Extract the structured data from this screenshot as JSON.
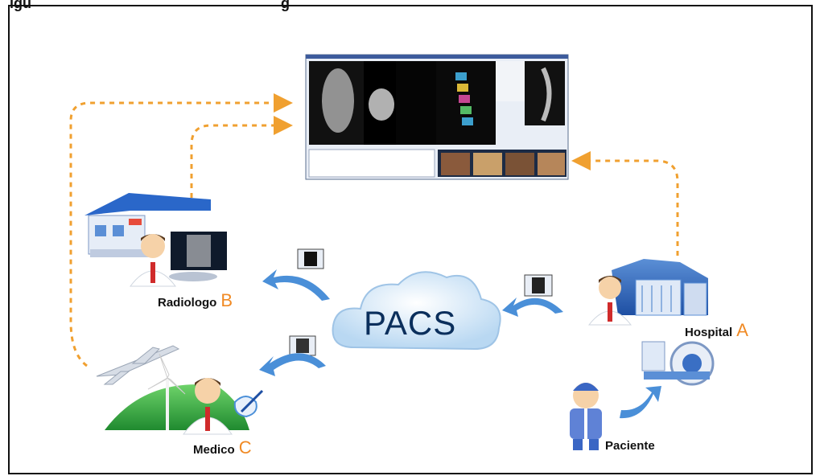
{
  "caption": {
    "left": "igu",
    "right": "g"
  },
  "center": {
    "label": "PACS"
  },
  "nodes": {
    "radiologo": {
      "name": "Radiologo",
      "letter": "B"
    },
    "hospital": {
      "name": "Hospital",
      "letter": "A"
    },
    "medico": {
      "name": "Medico",
      "letter": "C"
    },
    "paciente": {
      "name": "Paciente"
    }
  },
  "colors": {
    "arrow_dashed": "#f0a030",
    "cloud": "#d6e9f8",
    "cloud_edge": "#9fc4e6",
    "curved_arrow": "#4a8fd8",
    "accent_letter": "#f08a24"
  }
}
